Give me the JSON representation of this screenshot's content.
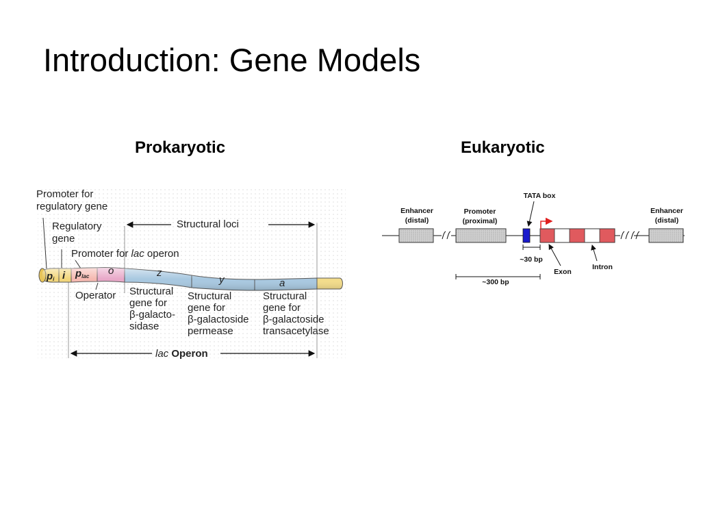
{
  "slide": {
    "title": "Introduction: Gene Models"
  },
  "prokaryotic": {
    "heading": "Prokaryotic",
    "labels": {
      "promoter_regulatory_1": "Promoter for",
      "promoter_regulatory_2": "regulatory gene",
      "regulatory_gene_1": "Regulatory",
      "regulatory_gene_2": "gene",
      "structural_loci": "Structural loci",
      "promoter_lac_prefix": "Promoter for ",
      "promoter_lac_italic": "lac",
      "promoter_lac_suffix": " operon",
      "segment_pi": "p",
      "segment_pi_sub": "i",
      "segment_i": "i",
      "segment_plac": "p",
      "segment_plac_sub": "lac",
      "segment_o": "o",
      "segment_z": "z",
      "segment_y": "y",
      "segment_a": "a",
      "operator": "Operator",
      "gene_z_1": "Structural",
      "gene_z_2": "gene for",
      "gene_z_3": "β-galacto-",
      "gene_z_4": "sidase",
      "gene_y_1": "Structural",
      "gene_y_2": "gene for",
      "gene_y_3": "β-galactoside",
      "gene_y_4": "permease",
      "gene_a_1": "Structural",
      "gene_a_2": "gene for",
      "gene_a_3": "β-galactoside",
      "gene_a_4": "transacetylase",
      "lac_operon_italic": "lac",
      "lac_operon_rest": " Operon"
    },
    "colors": {
      "pi": "#f2d67a",
      "plac": "#f5b8b0",
      "operator": "#e8a8c8",
      "structural": "#a8c8e0",
      "terminal": "#f3dc8a"
    }
  },
  "eukaryotic": {
    "heading": "Eukaryotic",
    "labels": {
      "enhancer_left_1": "Enhancer",
      "enhancer_left_2": "(distal)",
      "promoter_1": "Promoter",
      "promoter_2": "(proximal)",
      "tata_box": "TATA box",
      "enhancer_right_1": "Enhancer",
      "enhancer_right_2": "(distal)",
      "bp30": "~30 bp",
      "exon": "Exon",
      "intron": "Intron",
      "bp300": "~300 bp"
    },
    "colors": {
      "tata": "#1a1acc",
      "exon": "#e05a5e",
      "transcription_arrow": "#e02020",
      "enhancer_fill": "#d4d4d4"
    }
  }
}
